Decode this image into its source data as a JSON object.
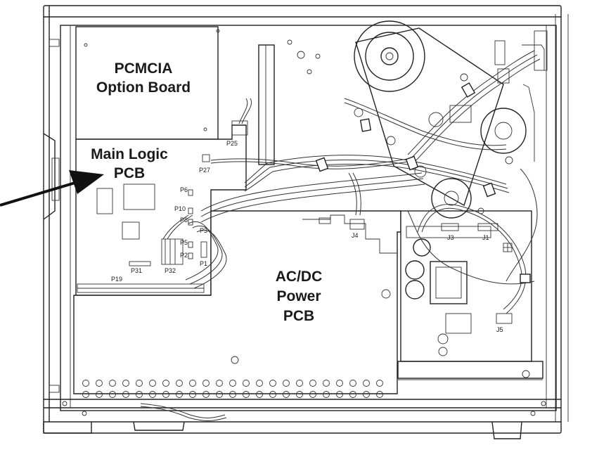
{
  "labels": {
    "pcmcia_line1": "PCMCIA",
    "pcmcia_line2": "Option Board",
    "main_logic_line1": "Main Logic",
    "main_logic_line2": "PCB",
    "acdc_line1": "AC/DC",
    "acdc_line2": "Power",
    "acdc_line3": "PCB"
  },
  "connectors": {
    "p25": "P25",
    "p27": "P27",
    "p6": "P6",
    "p10": "P10",
    "p8": "P8",
    "p3": "P3",
    "p5": "P5",
    "p2": "P2",
    "p1": "P1",
    "p31": "P31",
    "p32": "P32",
    "p19": "P19",
    "j4": "J4",
    "j3": "J3",
    "j1": "J1",
    "j5": "J5"
  }
}
